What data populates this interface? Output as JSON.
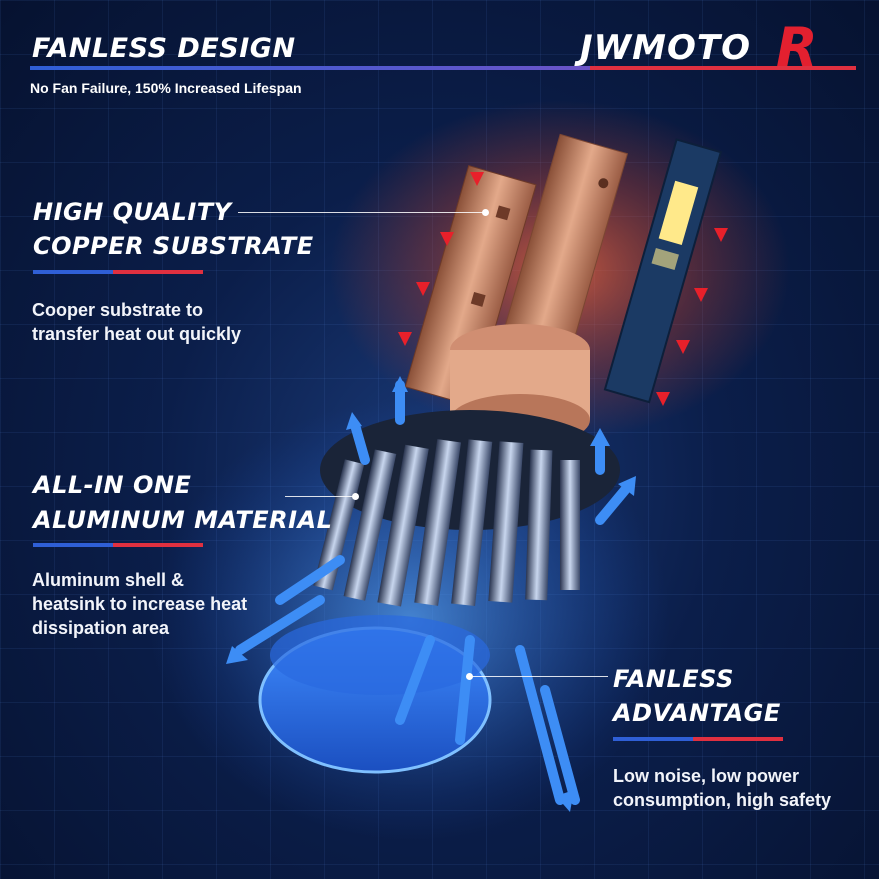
{
  "header": {
    "title": "FANLESS DESIGN",
    "subtitle": "No Fan Failure, 150% Increased Lifespan",
    "brand": {
      "text": "JWMOTO",
      "mark": "R",
      "mark_color": "#e3202f"
    }
  },
  "features": [
    {
      "heading_line1": "HIGH QUALITY",
      "heading_line2": "COPPER SUBSTRATE",
      "description_line1": "Cooper substrate to",
      "description_line2": "transfer heat out quickly"
    },
    {
      "heading_line1": "ALL-IN ONE",
      "heading_line2": "ALUMINUM MATERIAL",
      "description_line1": "Aluminum shell &",
      "description_line2": "heatsink to increase heat",
      "description_line3": "dissipation area"
    },
    {
      "heading_line1": "FANLESS",
      "heading_line2": "ADVANTAGE",
      "description_line1": "Low noise, low power",
      "description_line2": "consumption, high safety"
    }
  ],
  "icons": {
    "heat_arrows": "red-arrow-icon",
    "airflow_arrows": "blue-arrow-icon"
  },
  "colors": {
    "accent_blue": "#2f5fd6",
    "accent_red": "#e03040",
    "background": "#0b1e4a",
    "copper": "#c98a6a",
    "glow_blue": "#3a8cff"
  }
}
